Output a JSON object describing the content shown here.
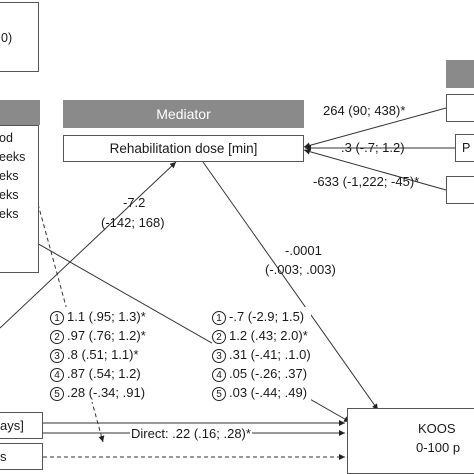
{
  "top_box": {
    "text": "0)"
  },
  "left_box": {
    "lines": [
      "od",
      "eeks",
      "eks",
      "eks",
      "eks"
    ]
  },
  "mediator": {
    "header": "Mediator",
    "label": "Rehabilitation dose [min]"
  },
  "right_inputs": [
    {
      "text": ""
    },
    {
      "text": "P"
    },
    {
      "text": ""
    }
  ],
  "path_labels": {
    "right_top": "264 (90; 438)*",
    "right_mid": ".3 (-.7; 1.2)",
    "right_bot": "-633 (-1,222; -45)*",
    "a_path_line1": "-7.2",
    "a_path_line2": "(-142; 168)",
    "b_path_line1": "-.0001",
    "b_path_line2": "(-.003; .003)",
    "direct": "Direct: .22 (.16; .28)*"
  },
  "effects_left": [
    {
      "n": "1",
      "text": "1.1 (.95; 1.3)*"
    },
    {
      "n": "2",
      "text": ".97 (.76; 1.2)*"
    },
    {
      "n": "3",
      "text": ".8 (.51; 1.1)*"
    },
    {
      "n": "4",
      "text": ".87 (.54; 1.2)"
    },
    {
      "n": "5",
      "text": ".28 (-.34; .91)"
    }
  ],
  "effects_right": [
    {
      "n": "1",
      "text": "-.7 (-2.9; 1.5)"
    },
    {
      "n": "2",
      "text": "1.2 (.43; 2.0)*"
    },
    {
      "n": "3",
      "text": ".31 (-.41; .1.0)"
    },
    {
      "n": "4",
      "text": ".05 (-.26; .37)"
    },
    {
      "n": "5",
      "text": ".03 (-.44; .49)"
    }
  ],
  "bottom_left": {
    "row1": "ays]",
    "row2": "s"
  },
  "outcome": {
    "line1": "KOOS",
    "line2": "0-100 p"
  }
}
